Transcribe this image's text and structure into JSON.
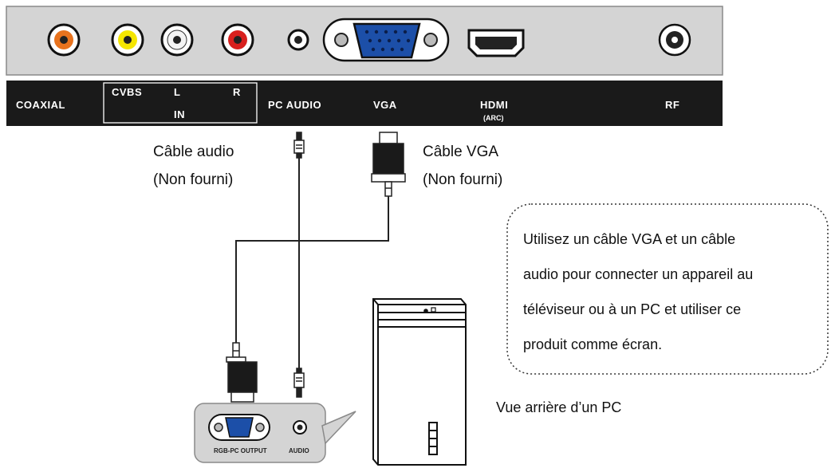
{
  "port_bar": {
    "coaxial": "COAXIAL",
    "cvbs": "CVBS",
    "left": "L",
    "right": "R",
    "in": "IN",
    "pc_audio": "PC AUDIO",
    "vga": "VGA",
    "hdmi": "HDMI",
    "hdmi_sub": "(ARC)",
    "rf": "RF"
  },
  "cables": {
    "audio_label": "Câble audio",
    "audio_note": "(Non fourni)",
    "vga_label": "Câble VGA",
    "vga_note": "(Non fourni)"
  },
  "note": {
    "lines": [
      "Utilisez un câble VGA et un câble",
      "audio pour connecter un appareil au",
      "téléviseur ou à un PC et utiliser ce",
      "produit comme écran."
    ]
  },
  "pc": {
    "rear_view_label": "Vue arrière d’un PC",
    "rgb_output_label": "RGB-PC OUTPUT",
    "audio_port_label": "AUDIO"
  },
  "colors": {
    "panel_grey": "#d4d4d4",
    "bar_black": "#1a1a1a",
    "coaxial_orange": "#e8731e",
    "cvbs_yellow": "#f5e600",
    "audio_red": "#d8201e",
    "vga_blue": "#1c4fa8"
  }
}
